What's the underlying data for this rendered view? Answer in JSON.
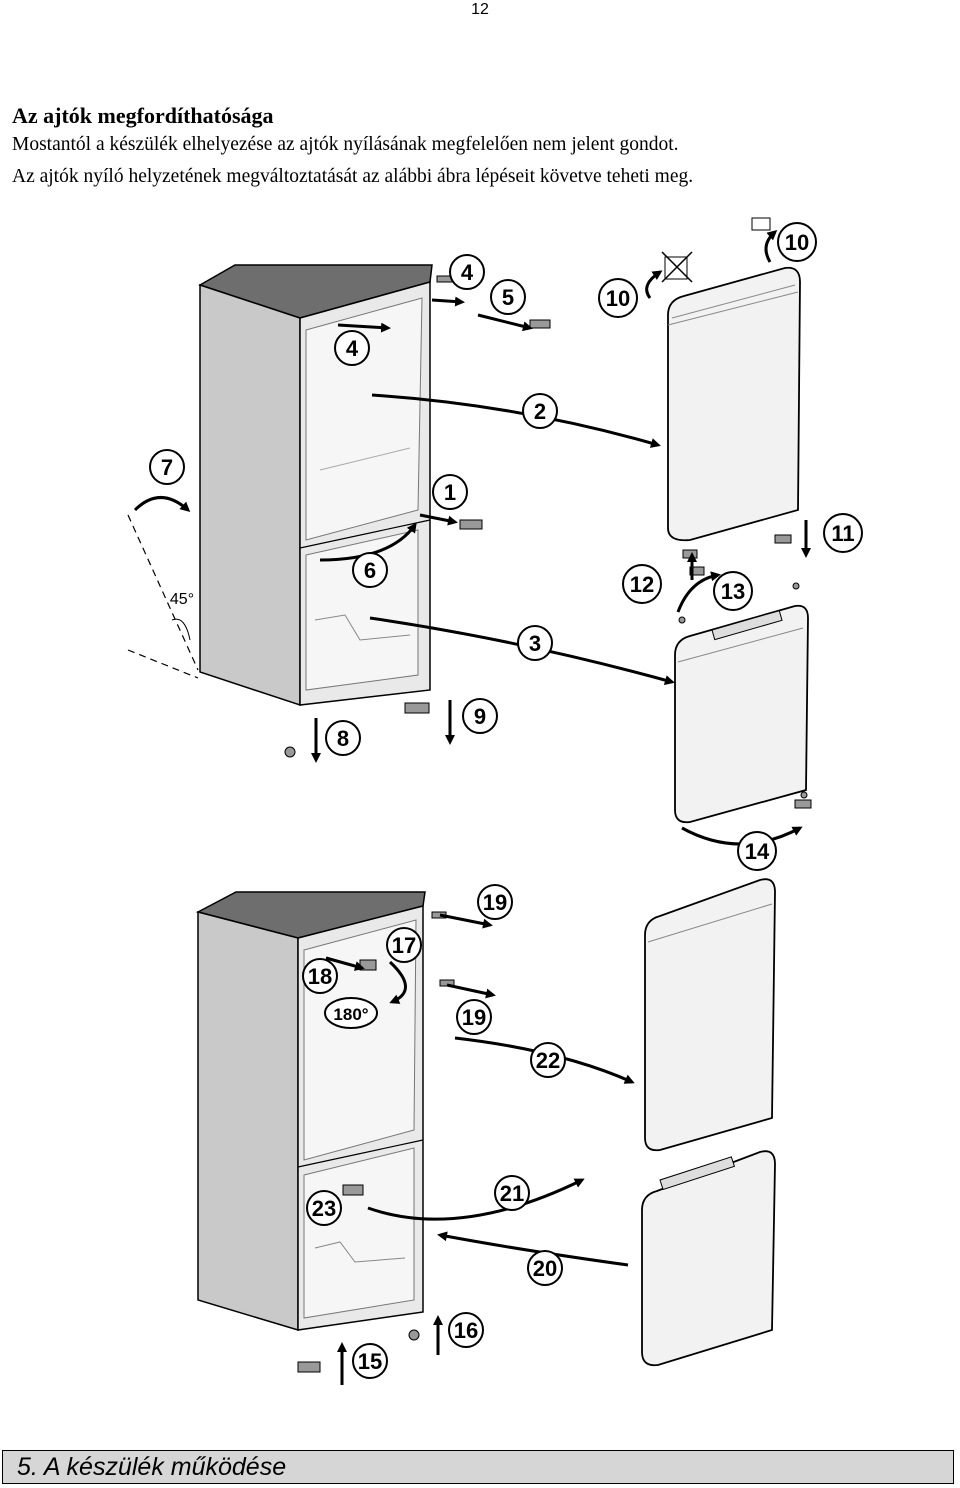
{
  "page_number": "12",
  "title": "Az ajtók megfordíthatósága",
  "paragraph_lines": [
    "Mostantól a készülék elhelyezése az ajtók nyílásának megfelelően nem jelent gondot.",
    "Az ajtók nyíló helyzetének megváltoztatását az alábbi ábra lépéseit követve teheti meg."
  ],
  "figure": {
    "step_labels": [
      "1",
      "2",
      "3",
      "4",
      "4",
      "5",
      "6",
      "7",
      "8",
      "9",
      "10",
      "10",
      "11",
      "12",
      "13",
      "14",
      "15",
      "16",
      "17",
      "18",
      "19",
      "19",
      "20",
      "21",
      "22",
      "23"
    ],
    "angle_labels": [
      "45°",
      "180°"
    ]
  },
  "section_heading": "5. A készülék működése"
}
